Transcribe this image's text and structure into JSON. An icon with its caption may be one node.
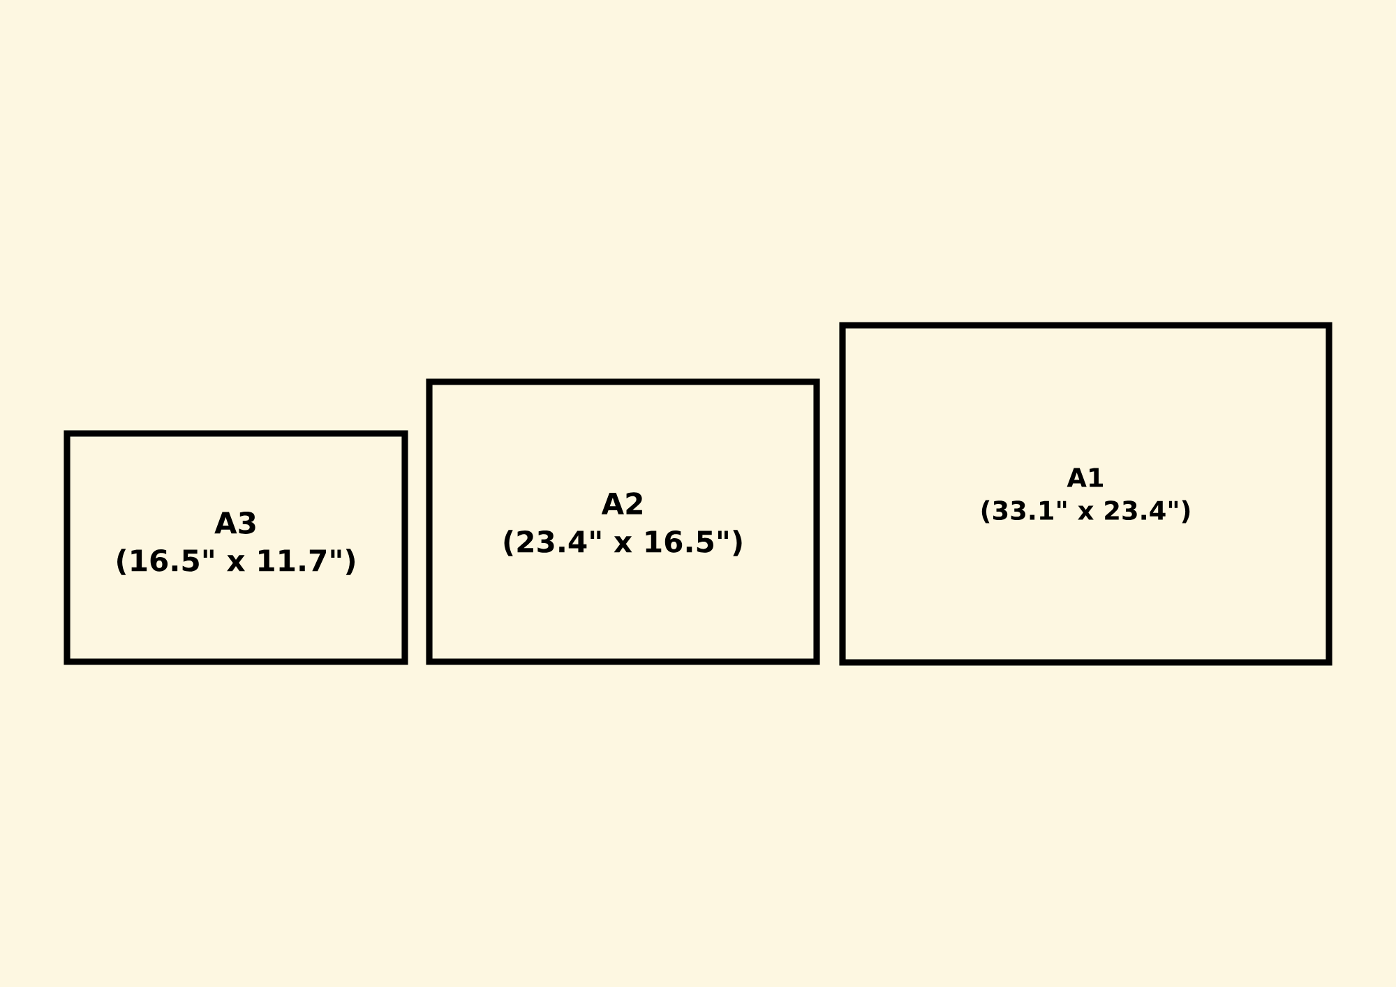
{
  "diagram": {
    "nodes": [
      {
        "text": [
          "A3",
          "(16.5\" x 11.7\")"
        ]
      },
      {
        "text": [
          "A2",
          "(23.4\" x 16.5\")"
        ]
      },
      {
        "text": [
          "A1",
          "(33.1\" x 23.4\")"
        ]
      }
    ]
  }
}
